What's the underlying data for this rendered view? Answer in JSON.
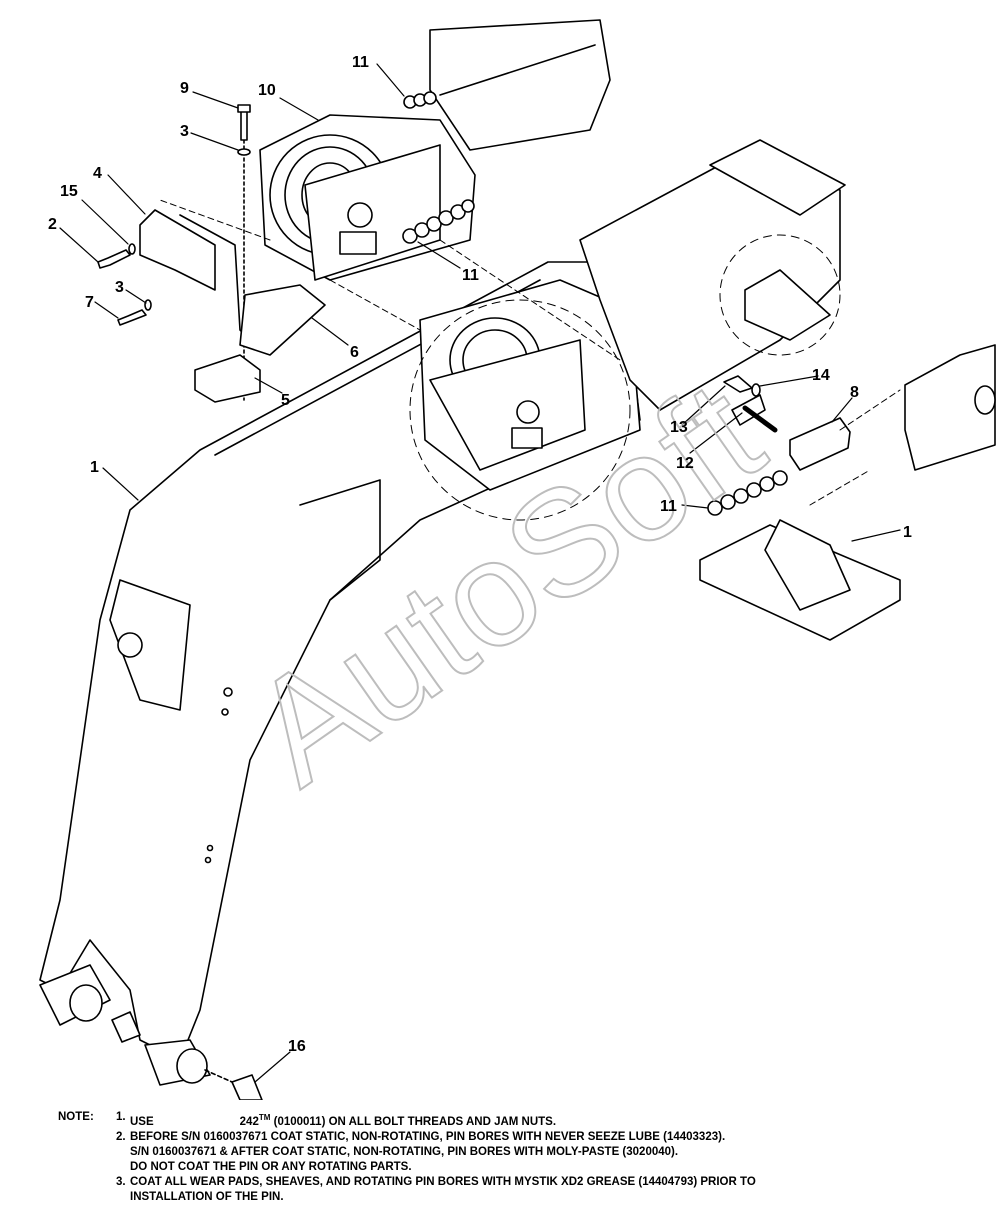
{
  "watermark": "AutoSoft",
  "callouts": {
    "c9": "9",
    "c10": "10",
    "c11_top": "11",
    "c3_top": "3",
    "c4": "4",
    "c15": "15",
    "c2": "2",
    "c11_mid": "11",
    "c7": "7",
    "c3_low": "3",
    "c6": "6",
    "c5": "5",
    "c14": "14",
    "c8": "8",
    "c13": "13",
    "c12": "12",
    "c11_low": "11",
    "c1_left": "1",
    "c1_right": "1",
    "c16": "16"
  },
  "notes": {
    "heading": "NOTE:",
    "n1_num": "1.",
    "n1_a": "USE",
    "n1_tm": "242",
    "n1_tm_mark": "TM",
    "n1_b": "(0100011) ON ALL BOLT THREADS AND JAM NUTS.",
    "n2_num": "2.",
    "n2_l1": "BEFORE S/N 0160037671 COAT STATIC, NON-ROTATING, PIN BORES WITH NEVER SEEZE LUBE (14403323).",
    "n2_l2": "S/N 0160037671 & AFTER COAT STATIC, NON-ROTATING, PIN BORES WITH MOLY-PASTE (3020040).",
    "n2_l3": "DO NOT COAT THE PIN OR ANY ROTATING PARTS.",
    "n3_num": "3.",
    "n3_l1": "COAT ALL WEAR PADS, SHEAVES, AND ROTATING PIN BORES WITH MYSTIK XD2 GREASE (14404793) PRIOR TO",
    "n3_l2": "INSTALLATION OF THE PIN."
  }
}
